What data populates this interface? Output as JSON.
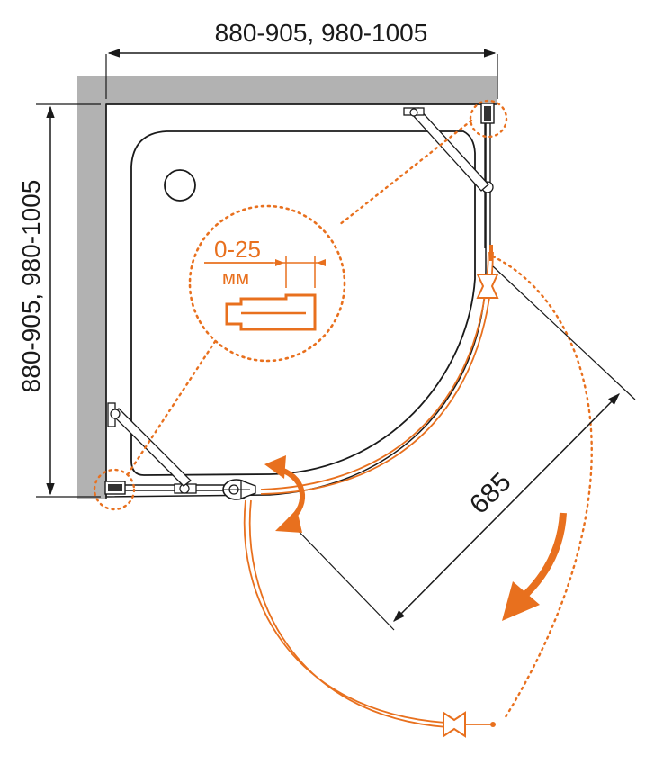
{
  "dimensions": {
    "width_label": "880-905, 980-1005",
    "depth_label": "880-905, 980-1005",
    "door_width_label": "685"
  },
  "detail": {
    "adjust_value": "0-25",
    "adjust_unit": "мм"
  },
  "colors": {
    "accent": "#e8701e",
    "wall": "#b2b2b2",
    "line": "#1a1a1a"
  },
  "icons": {
    "drain": "circle",
    "door_handle": "bowtie-handle",
    "direction_arrow": "curved-arrow"
  }
}
